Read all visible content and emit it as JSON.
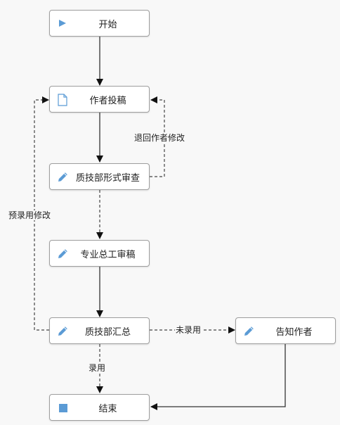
{
  "nodes": {
    "start": {
      "label": "开始",
      "icon": "play-icon"
    },
    "author_submit": {
      "label": "作者投稿",
      "icon": "document-icon"
    },
    "format_review": {
      "label": "质技部形式审查",
      "icon": "pencil-icon"
    },
    "expert_review": {
      "label": "专业总工审稿",
      "icon": "pencil-icon"
    },
    "summary": {
      "label": "质技部汇总",
      "icon": "pencil-icon"
    },
    "notify_author": {
      "label": "告知作者",
      "icon": "pencil-icon"
    },
    "end": {
      "label": "结束",
      "icon": "stop-square-icon"
    }
  },
  "edges": {
    "return_modify": "退回作者修改",
    "pre_accept_modify": "预录用修改",
    "not_accepted": "未录用",
    "accepted": "录用"
  },
  "colors": {
    "icon_blue": "#5b9bd5",
    "line": "#333333",
    "node_border": "#9e9e9e",
    "background": "#f8f8f8"
  }
}
